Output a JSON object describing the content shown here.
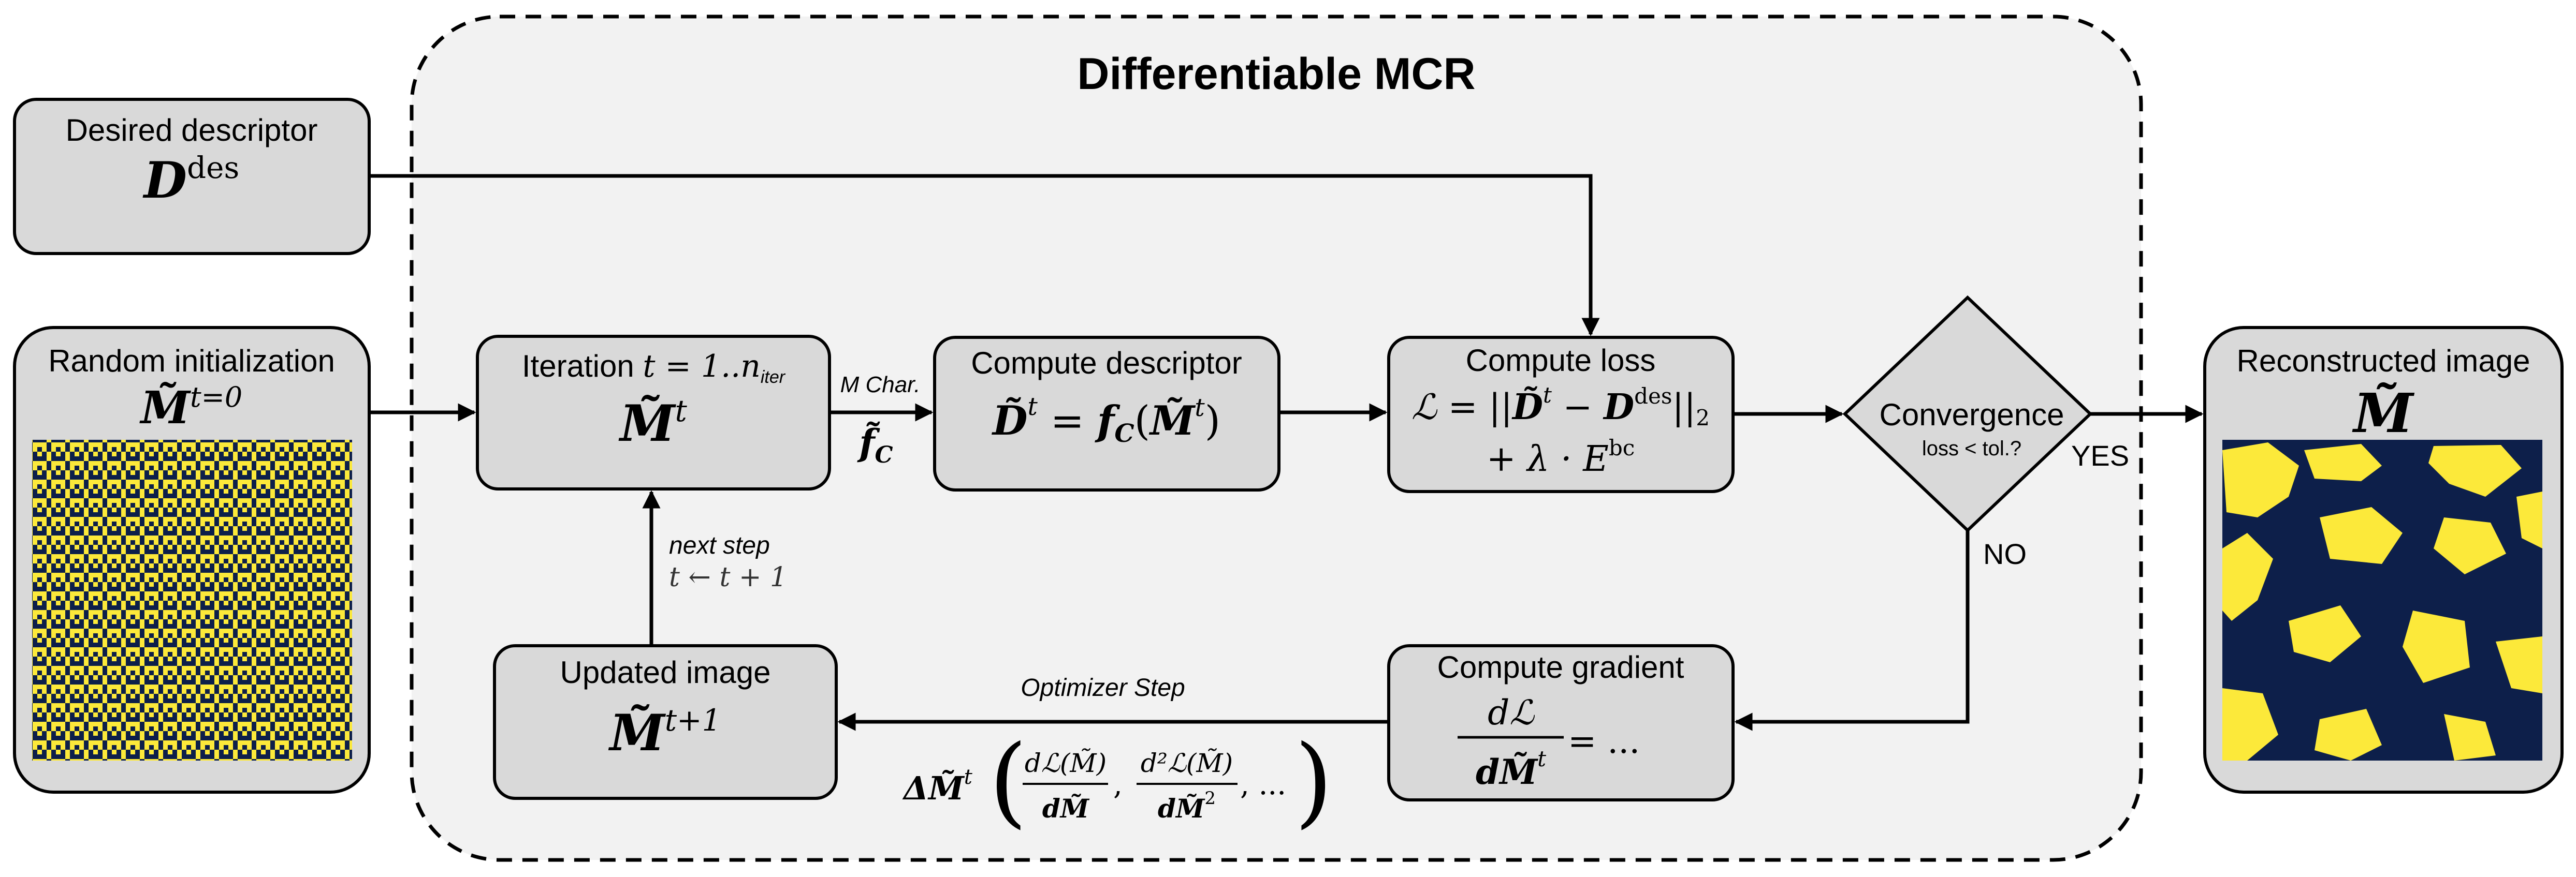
{
  "title": "Differentiable MCR",
  "colors": {
    "box_fill": "#d9d9d9",
    "region_fill": "#f2f2f2",
    "stroke": "#000000",
    "micro_yellow": "#fce93a",
    "micro_navy": "#0d1f4a"
  },
  "boxes": {
    "desired": {
      "label": "Desired descriptor",
      "math": "D",
      "sup": "des"
    },
    "random": {
      "label": "Random initialization",
      "math": "M̃",
      "sup": "t=0"
    },
    "iteration": {
      "label": "Iteration",
      "range": "t = 1..n",
      "range_sub": "iter",
      "math": "M̃",
      "sup": "t"
    },
    "compute_descriptor": {
      "label": "Compute descriptor",
      "math_a": "D̃",
      "sup_a": "t",
      "eq": "= ",
      "fn": "f",
      "fn_sub": "C",
      "arg_open": "(",
      "arg": "M̃",
      "arg_sup": "t",
      "arg_close": ")"
    },
    "compute_loss": {
      "label": "Compute loss",
      "line1_a": "ℒ = ||",
      "line1_b": "D̃",
      "line1_b_sup": "t",
      "line1_c": " − ",
      "line1_d": "D",
      "line1_d_sup": "des",
      "line1_e": "||",
      "line1_e_sub": "2",
      "line2_a": "+ λ · E",
      "line2_sup": "bc"
    },
    "convergence": {
      "label": "Convergence",
      "sub": "loss < tol.?"
    },
    "reconstructed": {
      "label": "Reconstructed image",
      "math": "M̃"
    },
    "updated": {
      "label": "Updated image",
      "math": "M̃",
      "sup": "t+1"
    },
    "compute_gradient": {
      "label": "Compute gradient",
      "num": "dℒ",
      "den": "dM̃",
      "den_sup": "t",
      "tail": "= ..."
    }
  },
  "edges": {
    "mchar": {
      "label": "M Char.",
      "math": "f̃",
      "sub": "C"
    },
    "next_step": {
      "label": "next step",
      "math": "t ← t + 1"
    },
    "optimizer": {
      "label": "Optimizer Step",
      "math": "ΔM̃",
      "math_sup": "t",
      "p_open": "(",
      "num1": "dℒ(M̃)",
      "den1": "dM̃",
      "sep": ",",
      "num2": "d²ℒ(M̃)",
      "den2": "dM̃",
      "den2_sup": "2",
      "tail": ", ...",
      "p_close": ")"
    },
    "yes": "YES",
    "no": "NO"
  }
}
